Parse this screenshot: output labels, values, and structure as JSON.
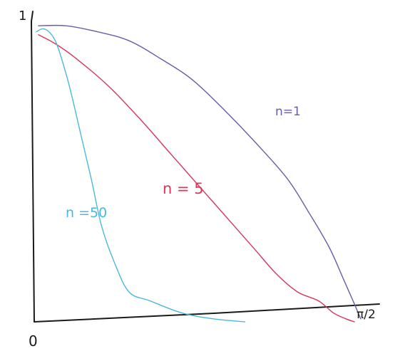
{
  "chart_data": {
    "type": "line",
    "title": "",
    "xlabel": "",
    "ylabel": "",
    "grid": false,
    "xlim": [
      0,
      1.5708
    ],
    "ylim": [
      0,
      1
    ],
    "x_tick_labels": [
      {
        "value": 0,
        "label": "0"
      },
      {
        "value": 1.5708,
        "label": "π/2"
      }
    ],
    "y_tick_labels": [
      {
        "value": 1,
        "label": "1"
      }
    ],
    "series": [
      {
        "name": "n=1",
        "color": "#6a5ca8",
        "x": [
          0.02,
          0.15,
          0.3,
          0.45,
          0.6,
          0.75,
          0.9,
          1.05,
          1.2,
          1.3,
          1.4,
          1.47,
          1.52,
          1.55
        ],
        "y": [
          0.99,
          0.99,
          0.97,
          0.94,
          0.88,
          0.81,
          0.71,
          0.6,
          0.48,
          0.37,
          0.25,
          0.14,
          0.06,
          0.01
        ]
      },
      {
        "name": "n = 5",
        "color": "#d8365a",
        "x": [
          0.02,
          0.1,
          0.2,
          0.35,
          0.5,
          0.65,
          0.8,
          0.95,
          1.05,
          1.15,
          1.25,
          1.35,
          1.42,
          1.48,
          1.52
        ],
        "y": [
          0.96,
          0.93,
          0.88,
          0.79,
          0.68,
          0.56,
          0.44,
          0.32,
          0.24,
          0.16,
          0.1,
          0.07,
          0.03,
          0.01,
          0.0
        ]
      },
      {
        "name": "n =50",
        "color": "#4ab8dc",
        "x": [
          0.01,
          0.04,
          0.07,
          0.1,
          0.13,
          0.17,
          0.22,
          0.27,
          0.32,
          0.38,
          0.45,
          0.55,
          0.7,
          0.85,
          1.0
        ],
        "y": [
          0.97,
          0.98,
          0.97,
          0.94,
          0.88,
          0.78,
          0.63,
          0.48,
          0.32,
          0.2,
          0.1,
          0.07,
          0.03,
          0.01,
          0.0
        ]
      }
    ]
  }
}
